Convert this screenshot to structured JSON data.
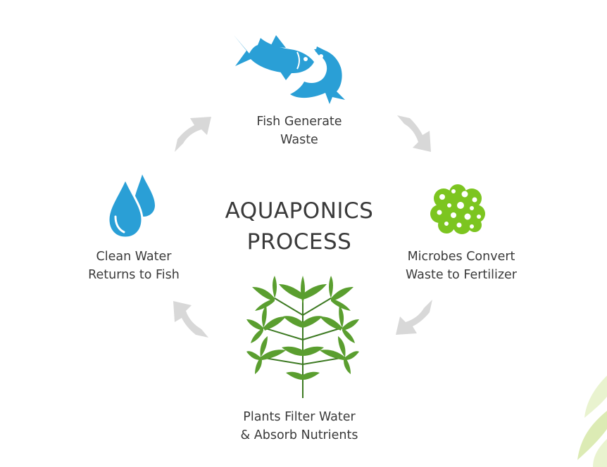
{
  "diagram": {
    "title_line1": "AQUAPONICS",
    "title_line2": "PROCESS",
    "steps": [
      {
        "icon": "fish-icon",
        "line1": "Fish Generate",
        "line2": "Waste"
      },
      {
        "icon": "microbes-icon",
        "line1": "Microbes Convert",
        "line2": "Waste to Fertilizer"
      },
      {
        "icon": "plant-icon",
        "line1": "Plants Filter Water",
        "line2": "& Absorb Nutrients"
      },
      {
        "icon": "water-drops-icon",
        "line1": "Clean Water",
        "line2": "Returns to Fish"
      }
    ],
    "colors": {
      "fish": "#2a9fd6",
      "water": "#2a9fd6",
      "microbes": "#7cc520",
      "plant": "#4f8f2a",
      "arrows": "#d8d8d8",
      "text": "#3a3a3a"
    }
  }
}
